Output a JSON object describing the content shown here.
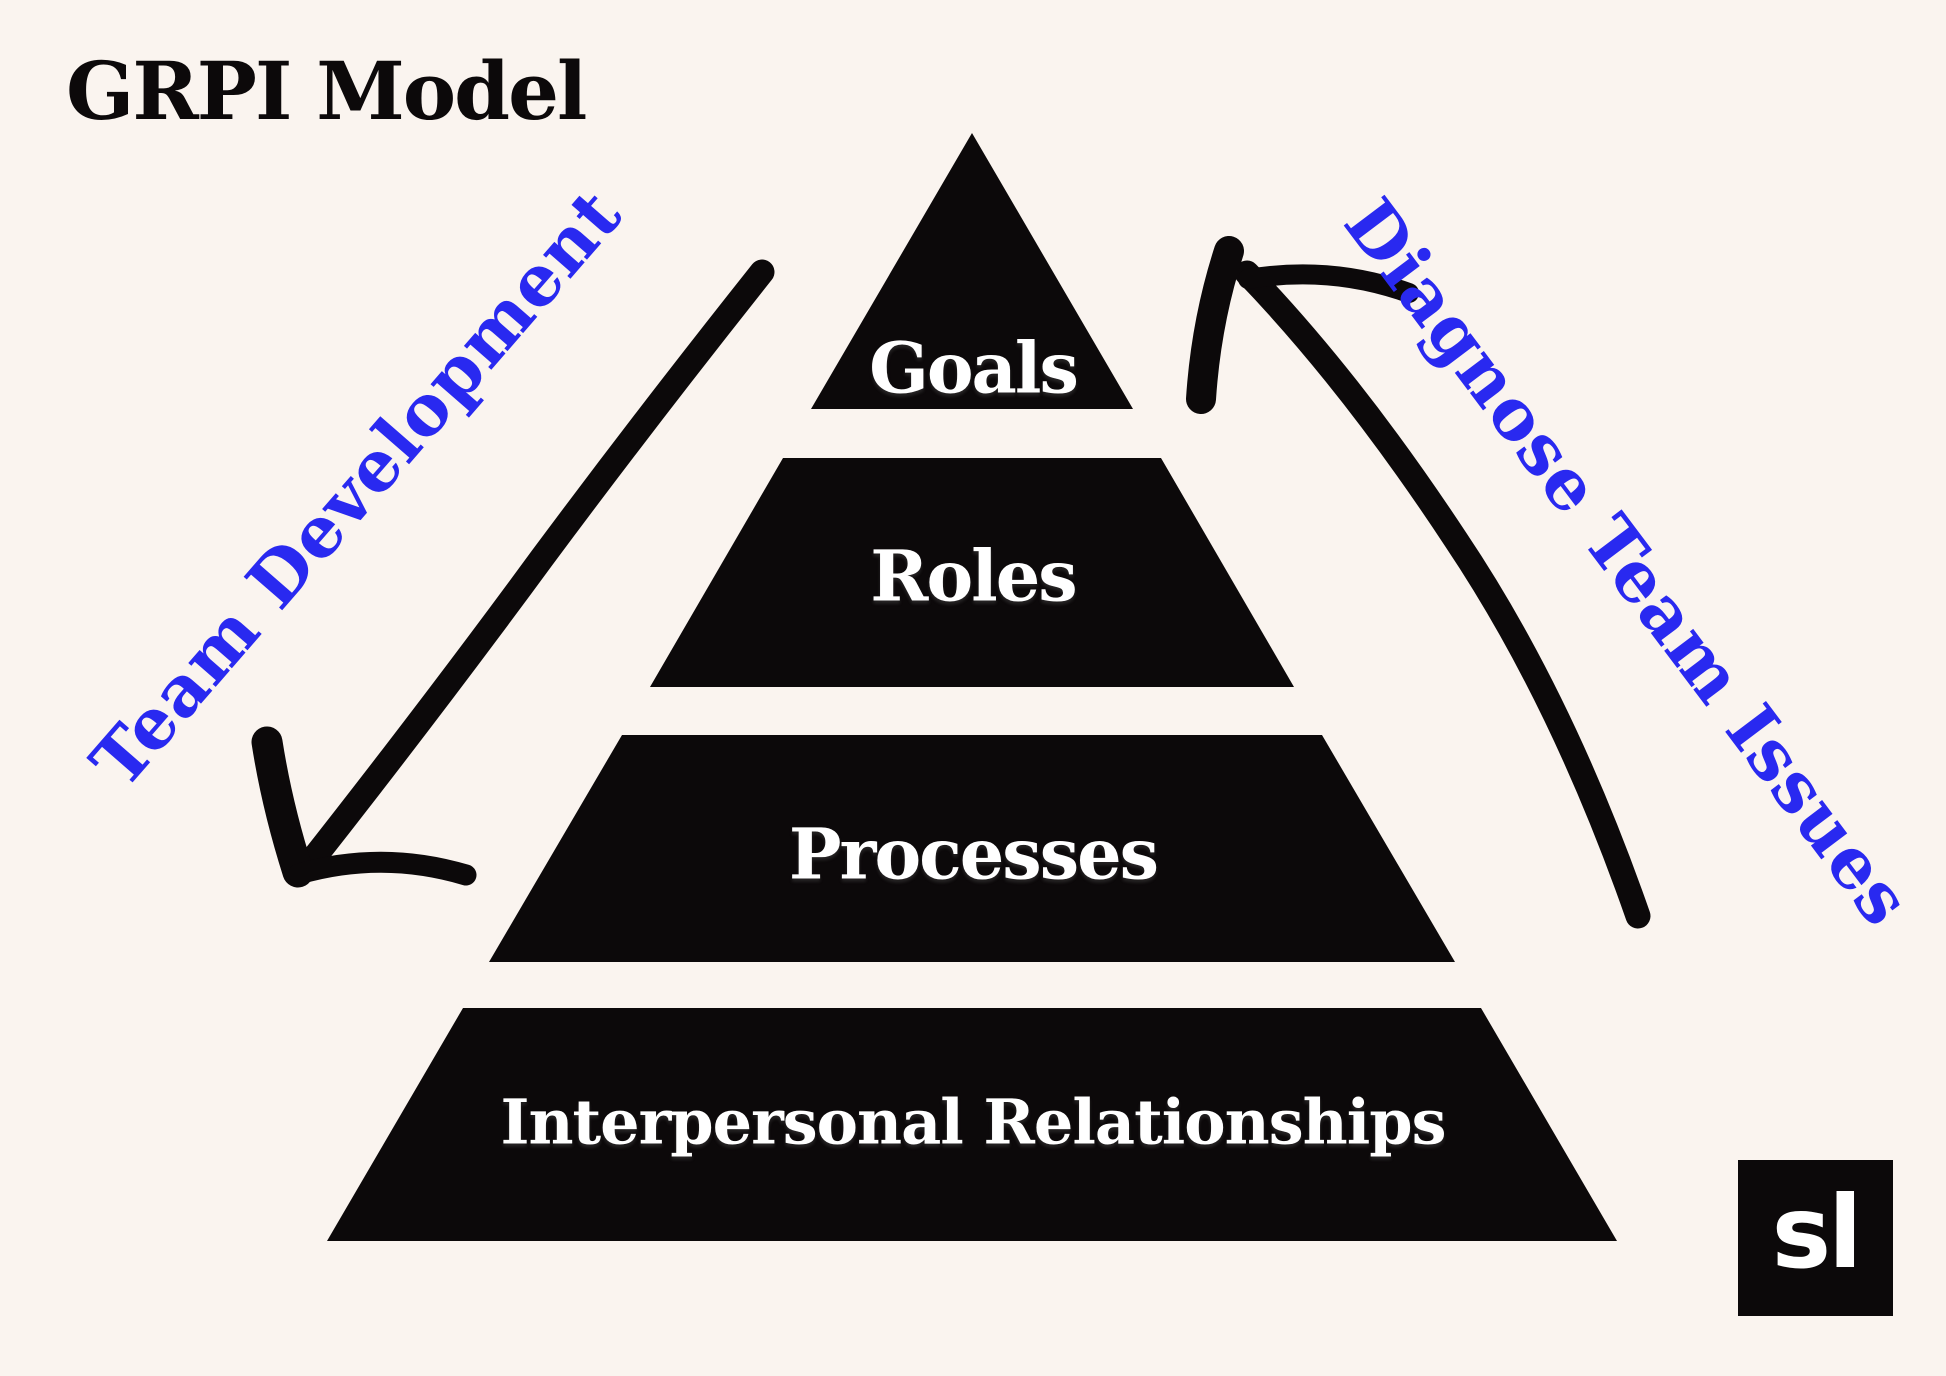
{
  "title": "GRPI Model",
  "pyramid": {
    "levels": [
      {
        "label": "Goals"
      },
      {
        "label": "Roles"
      },
      {
        "label": "Processes"
      },
      {
        "label": "Interpersonal Relationships"
      }
    ]
  },
  "annotations": {
    "left_arrow_label": "Team Development",
    "right_arrow_label": "Diagnose Team Issues"
  },
  "logo": {
    "text": "sl"
  },
  "colors": {
    "background": "#FAF4EF",
    "pyramid_black": "#0C090A",
    "annotation_blue": "#2929F0",
    "label_white": "#FFFFFF"
  }
}
